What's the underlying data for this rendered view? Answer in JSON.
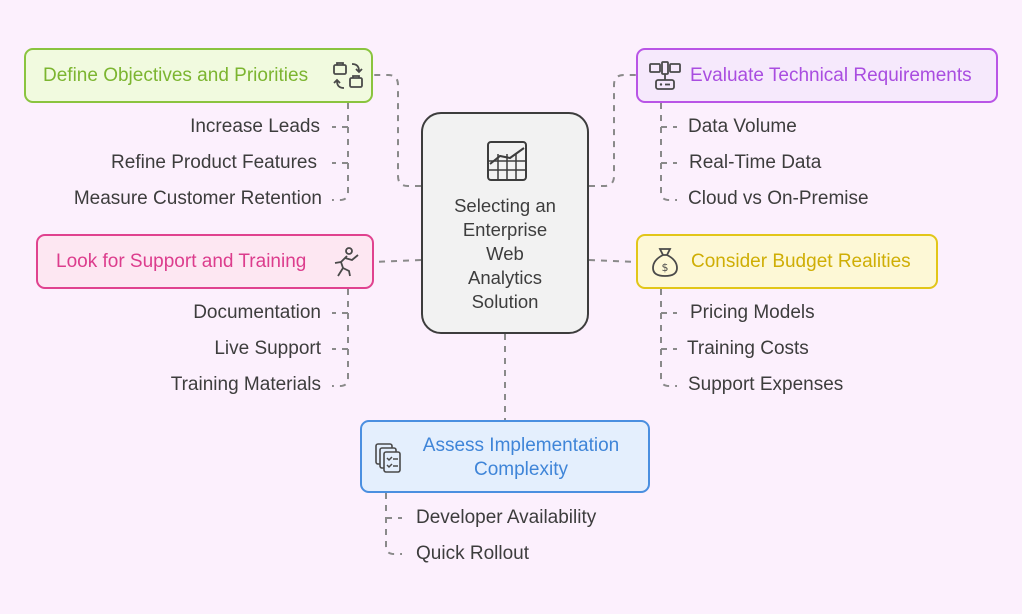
{
  "center": {
    "lines": [
      "Selecting an",
      "Enterprise",
      "Web",
      "Analytics",
      "Solution"
    ],
    "icon": "chart-icon"
  },
  "branches": {
    "objectives": {
      "title": "Define Objectives and Priorities",
      "icon": "briefcase-swap-icon",
      "color": "#8ac43f",
      "items": [
        "Increase Leads",
        "Refine Product Features",
        "Measure Customer Retention"
      ]
    },
    "technical": {
      "title": "Evaluate Technical Requirements",
      "icon": "network-devices-icon",
      "color": "#b955e6",
      "items": [
        "Data Volume",
        "Real-Time Data",
        "Cloud vs On-Premise"
      ]
    },
    "support": {
      "title": "Look for Support and Training",
      "icon": "person-pointing-icon",
      "color": "#e0428f",
      "items": [
        "Documentation",
        "Live Support",
        "Training Materials"
      ]
    },
    "budget": {
      "title": "Consider Budget Realities",
      "icon": "money-bag-icon",
      "color": "#e2c619",
      "items": [
        "Pricing Models",
        "Training Costs",
        "Support Expenses"
      ]
    },
    "implementation": {
      "title_lines": [
        "Assess Implementation",
        "Complexity"
      ],
      "icon": "checklist-icon",
      "color": "#4a8fe0",
      "items": [
        "Developer Availability",
        "Quick Rollout"
      ]
    }
  }
}
